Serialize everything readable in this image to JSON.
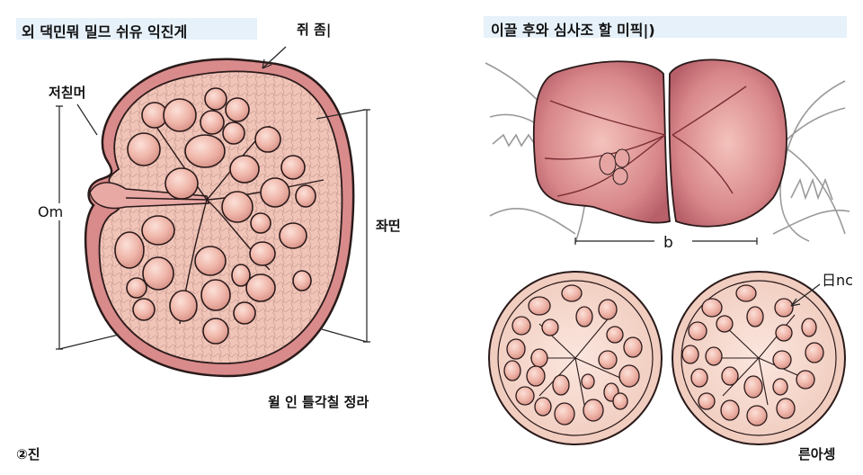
{
  "left_panel": {
    "title": "외  댁민뭐 밀므 쉬유 익진게",
    "top_right_label": "쥐 좀|",
    "upper_left_label": "저칟머",
    "left_dimension_label": "Om",
    "right_dimension_label": "좌띤",
    "bottom_caption": "윌 인 틀각칠 정라",
    "corner_label": "②진"
  },
  "right_panel": {
    "title": "이끌  후와 심사조 할 미픽|)",
    "top_dimension_label": "b",
    "cross_section_label": "日nc",
    "corner_label": "른아셍"
  },
  "colors": {
    "capsule": "#d98a8a",
    "capsule_dark": "#b55a5e",
    "tissue": "#f1c4b8",
    "nodule": "#f0b6aa",
    "cross_section": "#f6d6cc",
    "outline": "#2a1a1a",
    "title_bg": "#e6f1fa"
  }
}
